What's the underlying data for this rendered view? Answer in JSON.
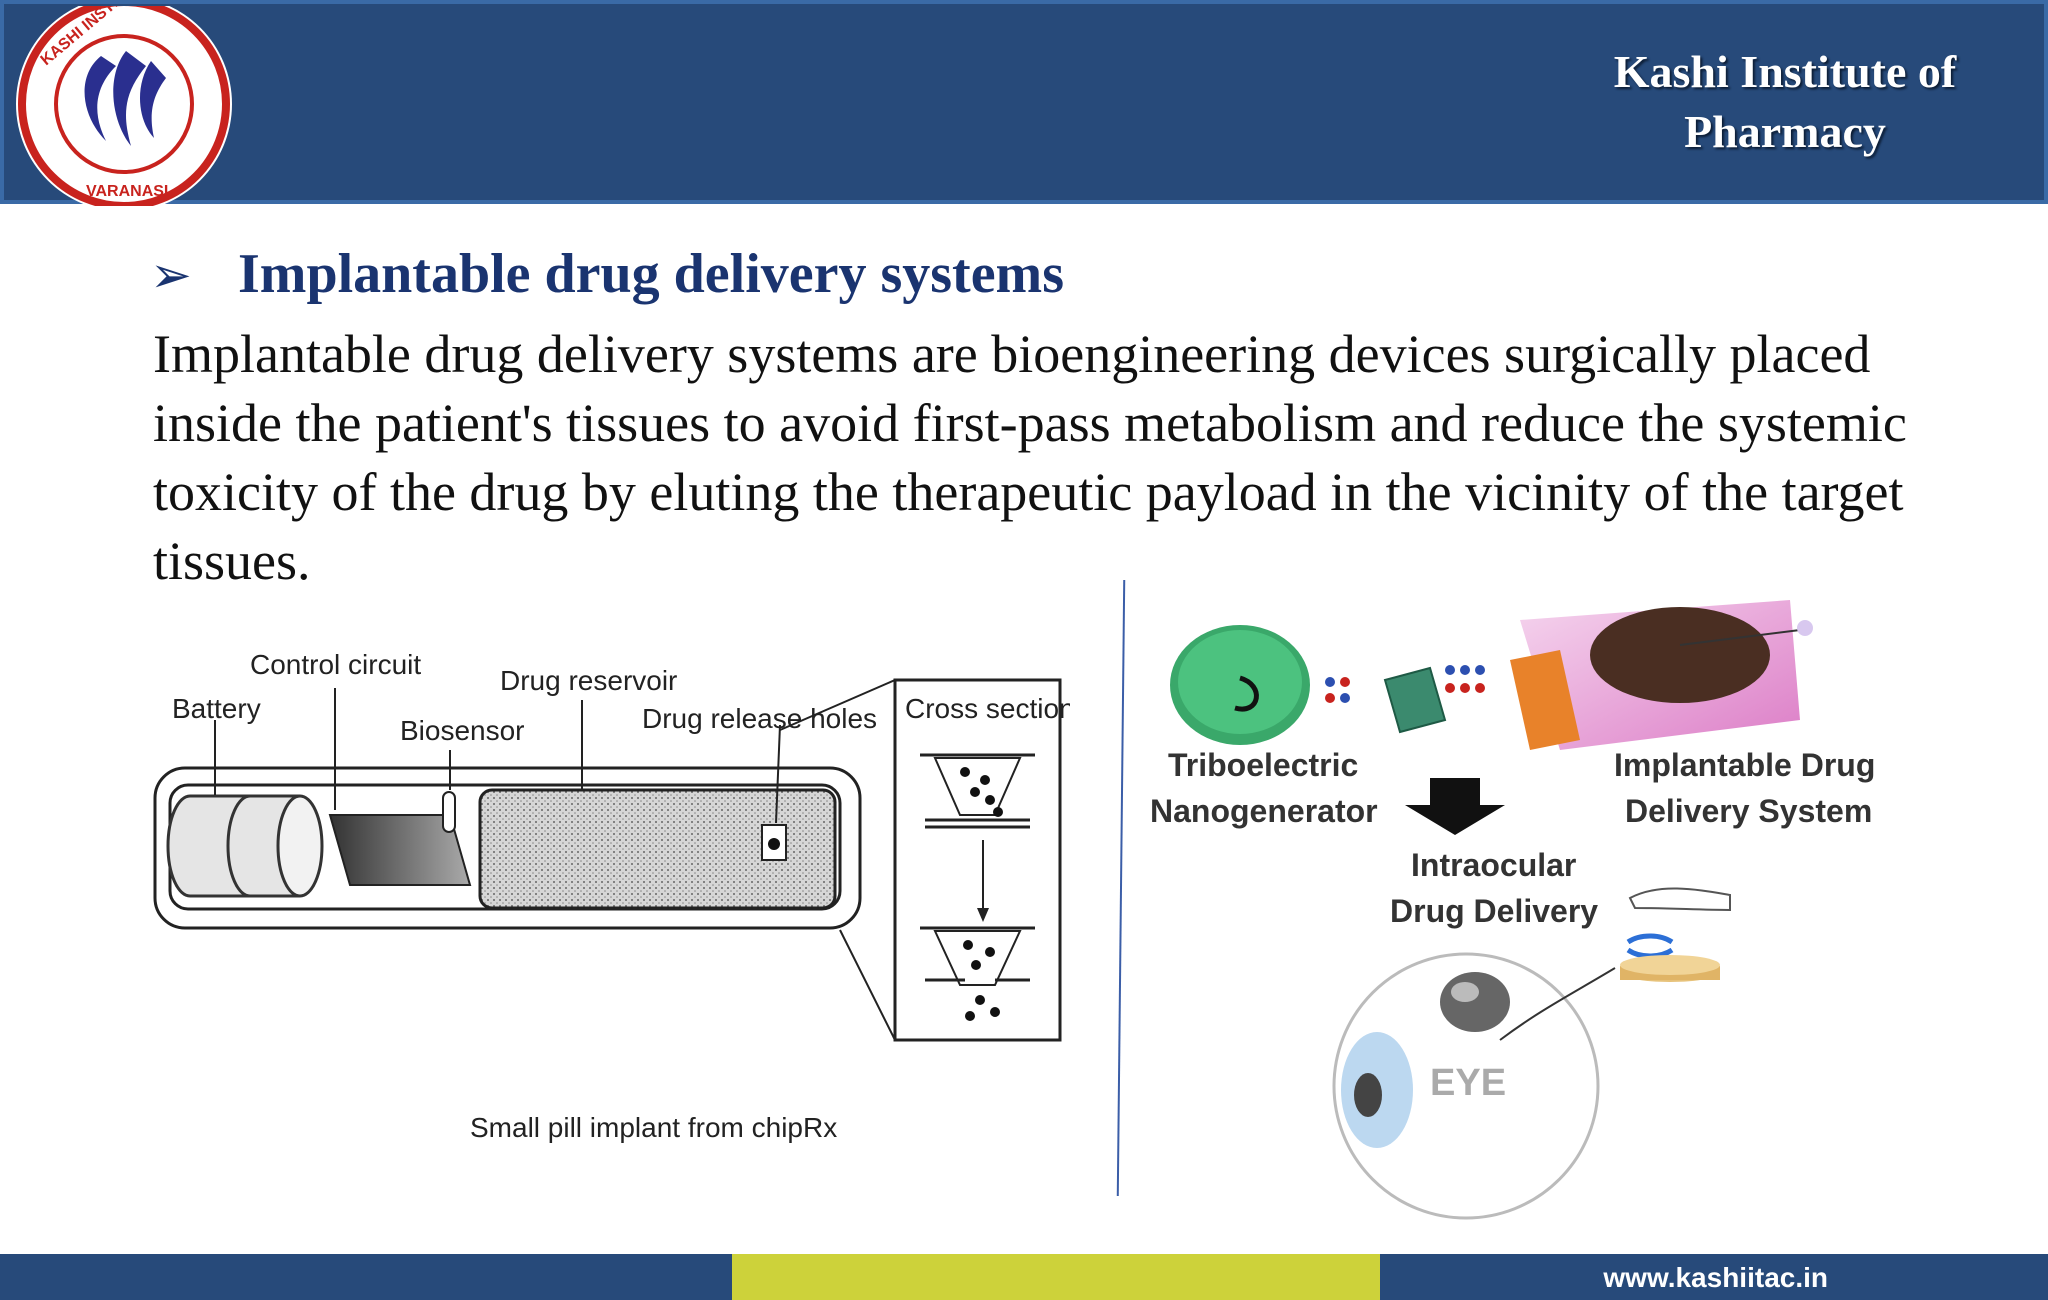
{
  "header": {
    "logo": {
      "ring_text_top": "KASHI INSTITUTE OF PHARMACY",
      "ring_text_bottom": "VARANASI"
    },
    "institute_name_line1": "Kashi Institute of",
    "institute_name_line2": "Pharmacy"
  },
  "slide": {
    "bullet_icon": "arrowhead-bullet-icon",
    "heading": "Implantable drug delivery systems",
    "paragraph": "Implantable drug delivery systems are bioengineering devices surgically placed inside the patient's tissues to avoid first-pass metabolism and reduce the systemic toxicity of the drug by eluting the therapeutic payload in the vicinity of the target tissues."
  },
  "figure_left": {
    "labels": {
      "battery": "Battery",
      "control_circuit": "Control circuit",
      "biosensor": "Biosensor",
      "drug_reservoir": "Drug reservoir",
      "drug_release_holes": "Drug release holes",
      "cross_section": "Cross section"
    },
    "caption": "Small pill implant from chipRx"
  },
  "figure_right": {
    "labels": {
      "teng_line1": "Triboelectric",
      "teng_line2": "Nanogenerator",
      "idds_line1": "Implantable Drug",
      "idds_line2": "Delivery System",
      "intraocular_line1": "Intraocular",
      "intraocular_line2": "Drug Delivery",
      "eye": "EYE"
    }
  },
  "footer": {
    "url": "www.kashiitac.in",
    "colors": {
      "bar": "#274a7a",
      "accent": "#cdd23a"
    }
  }
}
